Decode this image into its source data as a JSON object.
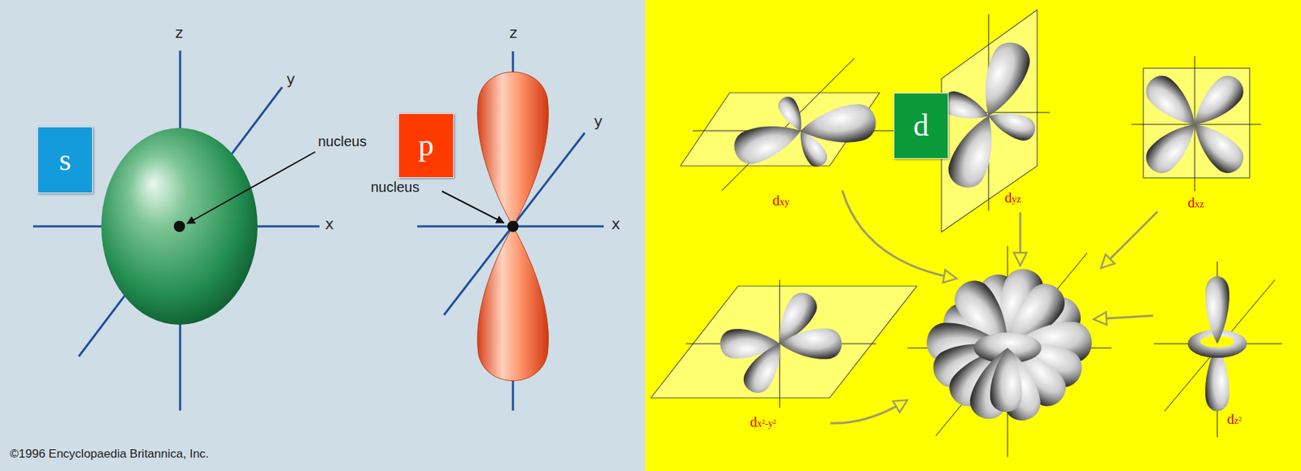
{
  "diagram": {
    "nodes": [
      {
        "text": [
          "s"
        ]
      },
      {
        "text": [
          "p"
        ]
      },
      {
        "text": [
          "d"
        ]
      }
    ],
    "labels": [
      "z",
      "y",
      "x",
      "nucleus",
      "z",
      "y",
      "x",
      "nucleus",
      "©1996 Encyclopaedia Britannica, Inc.",
      "dxy",
      "dyz",
      "dxz",
      "dx²-y²",
      "dz²"
    ]
  }
}
